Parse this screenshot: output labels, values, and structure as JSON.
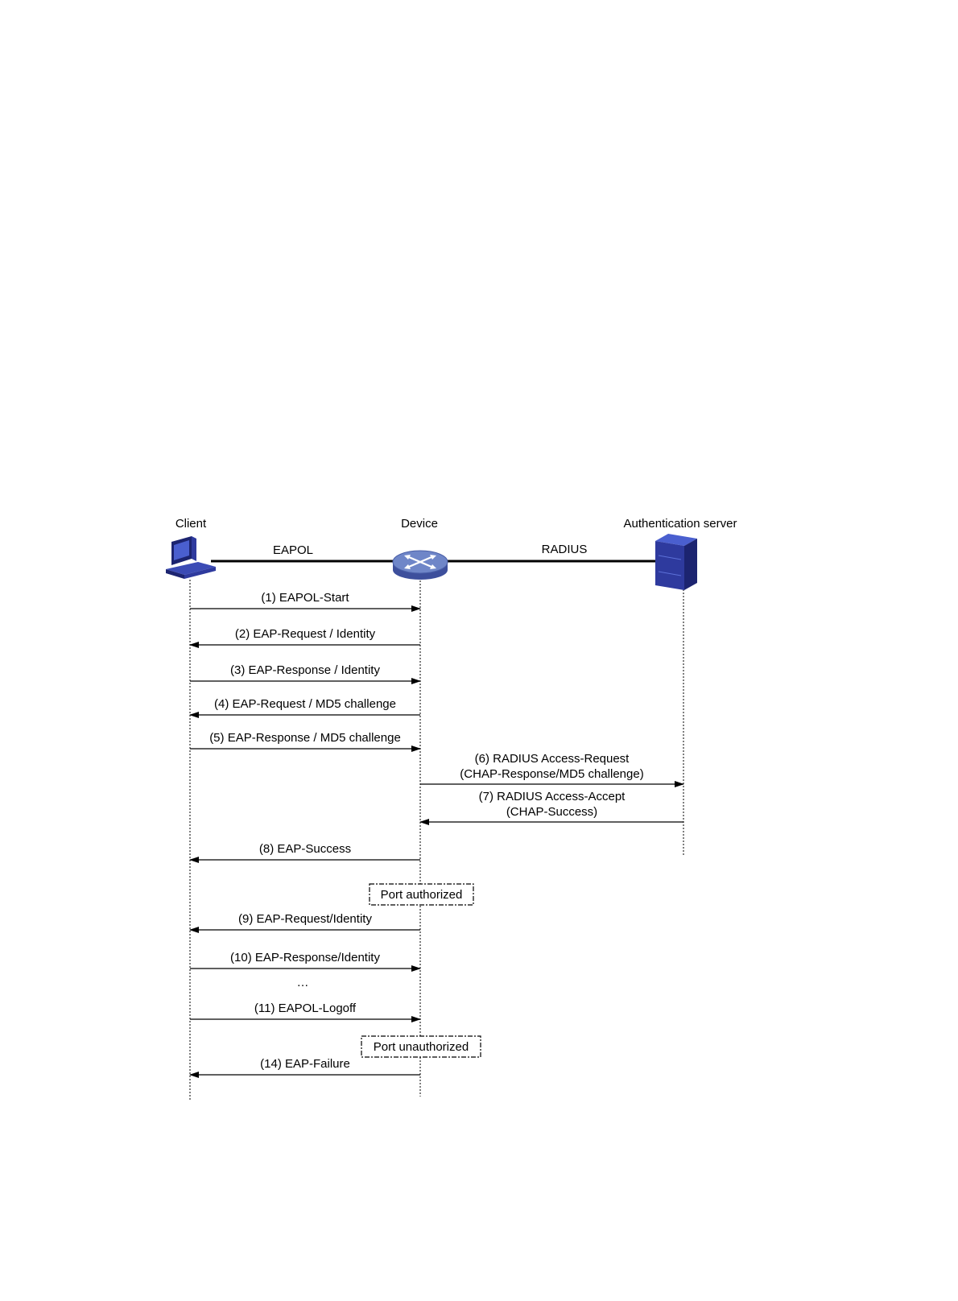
{
  "participants": {
    "client": "Client",
    "device": "Device",
    "server": "Authentication server"
  },
  "links": {
    "eapol": "EAPOL",
    "radius": "RADIUS"
  },
  "messages": [
    {
      "label": "(1) EAPOL-Start",
      "from": "client",
      "to": "device"
    },
    {
      "label": "(2) EAP-Request / Identity",
      "from": "device",
      "to": "client"
    },
    {
      "label": "(3) EAP-Response / Identity",
      "from": "client",
      "to": "device"
    },
    {
      "label": "(4) EAP-Request / MD5 challenge",
      "from": "device",
      "to": "client"
    },
    {
      "label": "(5) EAP-Response / MD5 challenge",
      "from": "client",
      "to": "device"
    },
    {
      "label": "(6) RADIUS Access-Request",
      "label2": "(CHAP-Response/MD5 challenge)",
      "from": "device",
      "to": "server"
    },
    {
      "label": "(7) RADIUS Access-Accept",
      "label2": "(CHAP-Success)",
      "from": "server",
      "to": "device"
    },
    {
      "label": "(8) EAP-Success",
      "from": "device",
      "to": "client"
    },
    {
      "label": "(9) EAP-Request/Identity",
      "from": "device",
      "to": "client"
    },
    {
      "label": "(10) EAP-Response/Identity",
      "from": "client",
      "to": "device"
    },
    {
      "label": "(11) EAPOL-Logoff",
      "from": "client",
      "to": "device"
    },
    {
      "label": "(14) EAP-Failure",
      "from": "device",
      "to": "client"
    }
  ],
  "states": {
    "authorized": "Port authorized",
    "unauthorized": "Port unauthorized"
  },
  "ellipsis": "…",
  "colors": {
    "icon_fill": "#2e3a9e",
    "icon_dark": "#1c2470",
    "router_fill": "#6f86c8",
    "line": "#000000"
  }
}
